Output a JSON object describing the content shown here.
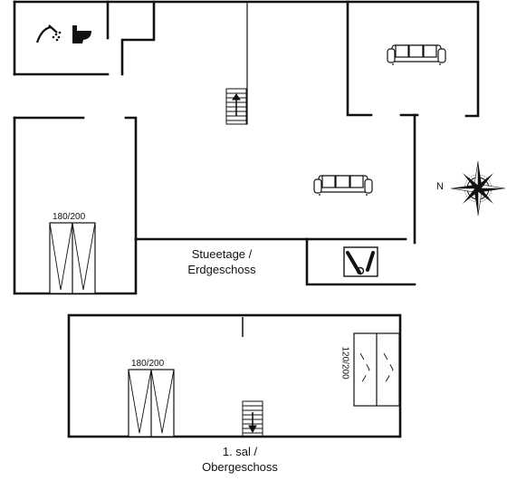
{
  "ground_floor": {
    "name_da": "Stueetage /",
    "name_de": "Erdgeschoss",
    "bed_label": "180/200"
  },
  "first_floor": {
    "name_da": "1. sal /",
    "name_de": "Obergeschoss",
    "bed_label_double": "180/200",
    "bed_label_single": "120/200"
  },
  "compass": {
    "north_label": "N"
  },
  "colors": {
    "line": "#111111",
    "background": "#ffffff"
  },
  "icons": [
    "shower-icon",
    "toilet-icon",
    "sofa-icon",
    "stairs-up-icon",
    "stairs-down-icon",
    "kitchen-icon",
    "compass-rose-icon",
    "double-bed-icon",
    "single-beds-icon"
  ]
}
